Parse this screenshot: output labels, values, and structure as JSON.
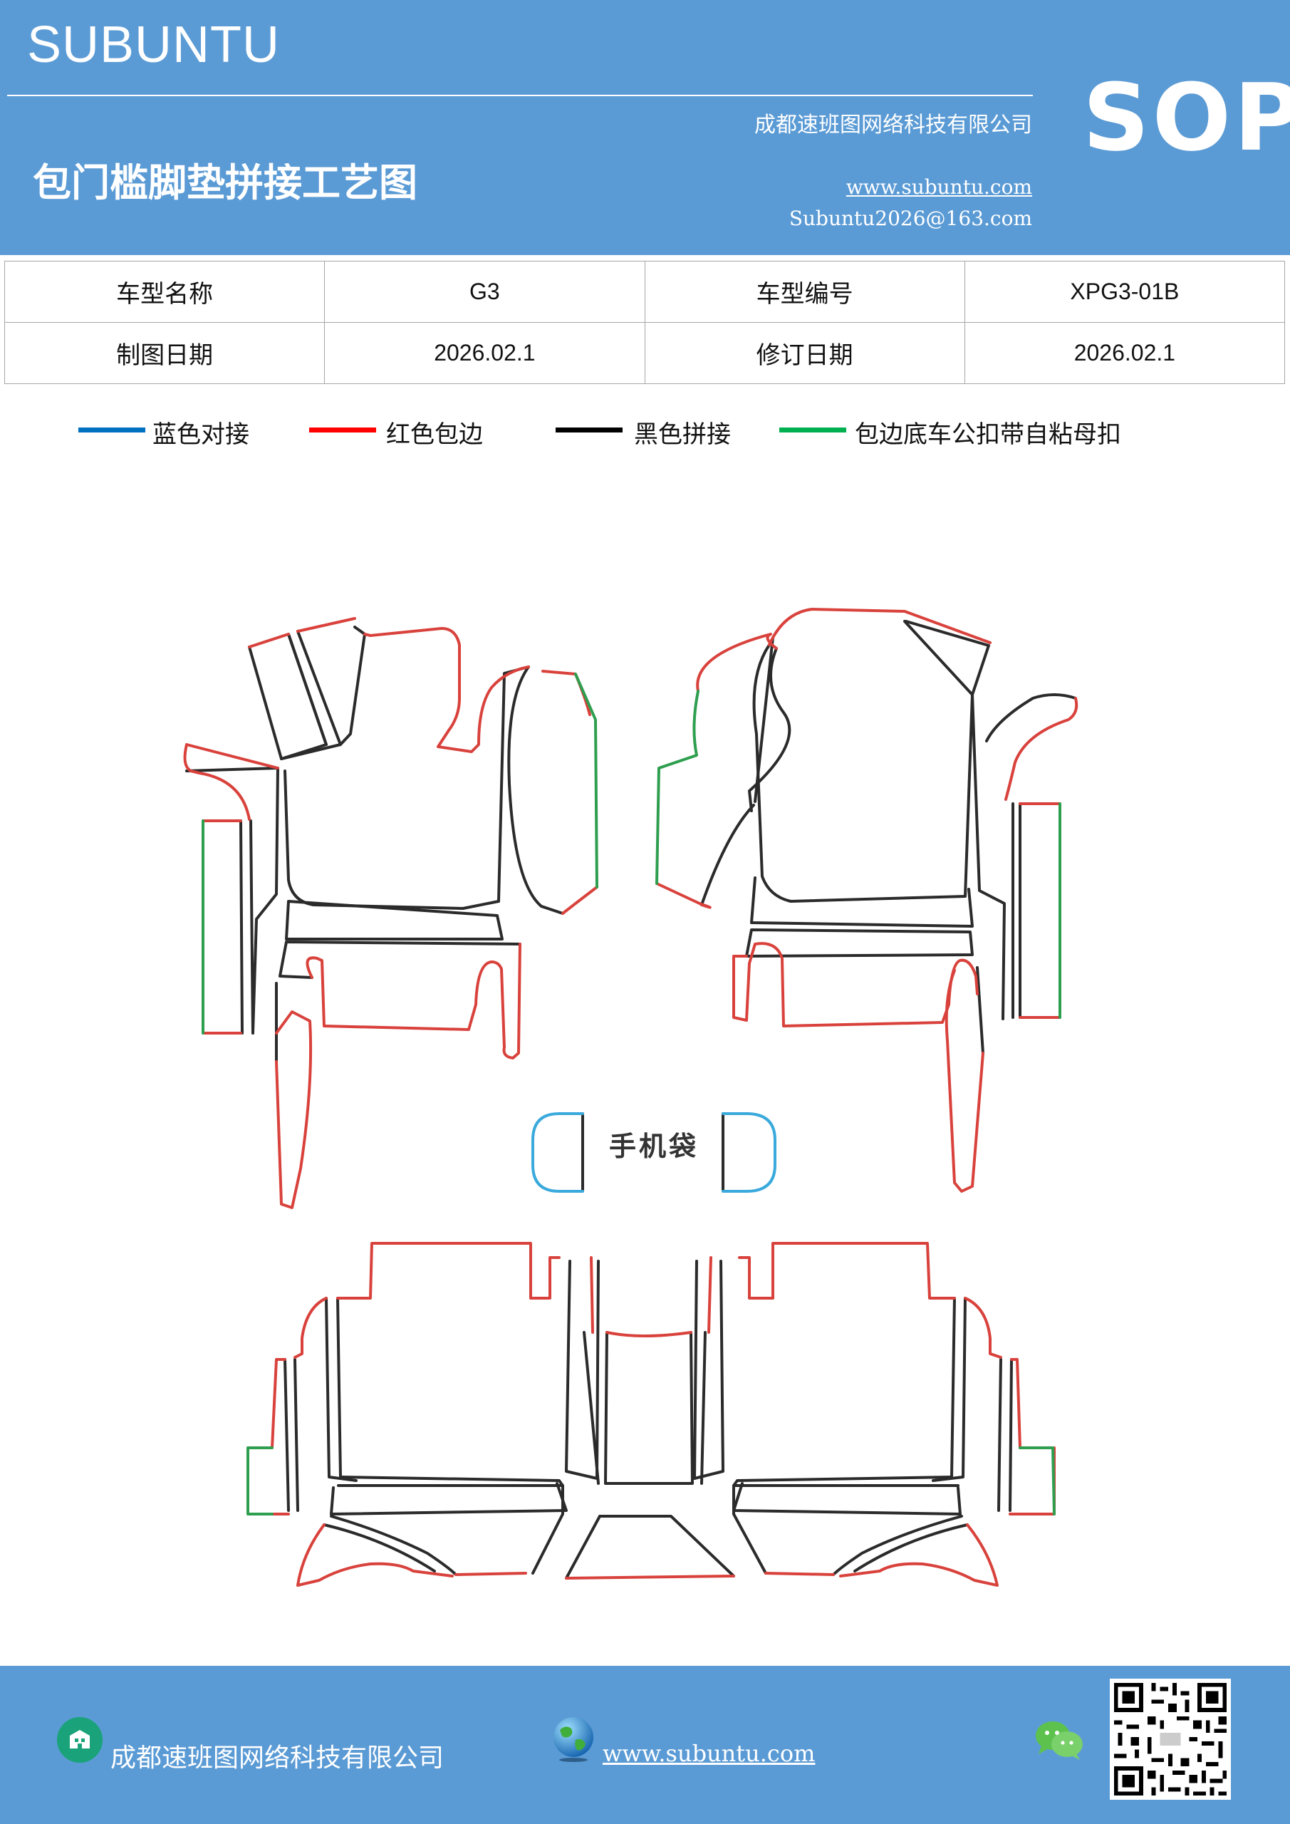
{
  "header": {
    "brand": "SUBUNTU",
    "company": "成都速班图网络科技有限公司",
    "title": "包门槛脚垫拼接工艺图",
    "website": "www.subuntu.com",
    "email": "Subuntu2026@163.com",
    "badge": "SOP"
  },
  "info": {
    "model_name_label": "车型名称",
    "model_name": "G3",
    "model_code_label": "车型编号",
    "model_code": "XPG3-01B",
    "draw_date_label": "制图日期",
    "draw_date": "2026.02.1",
    "revise_date_label": "修订日期",
    "revise_date": "2026.02.1"
  },
  "legend": [
    {
      "label": "蓝色对接",
      "color": "#0070c0"
    },
    {
      "label": "红色包边",
      "color": "#ff0000"
    },
    {
      "label": "黑色拼接",
      "color": "#000000"
    },
    {
      "label": "包边底车公扣带自粘母扣",
      "color": "#00b050"
    }
  ],
  "diagram": {
    "phone_bag_label": "手机袋",
    "colors": {
      "outline": "#2b2b2b",
      "edge": "#d9423c",
      "velcro": "#2e9e4f",
      "joint": "#3aa9dc"
    }
  },
  "footer": {
    "company": "成都速班图网络科技有限公司",
    "website": "www.subuntu.com"
  }
}
